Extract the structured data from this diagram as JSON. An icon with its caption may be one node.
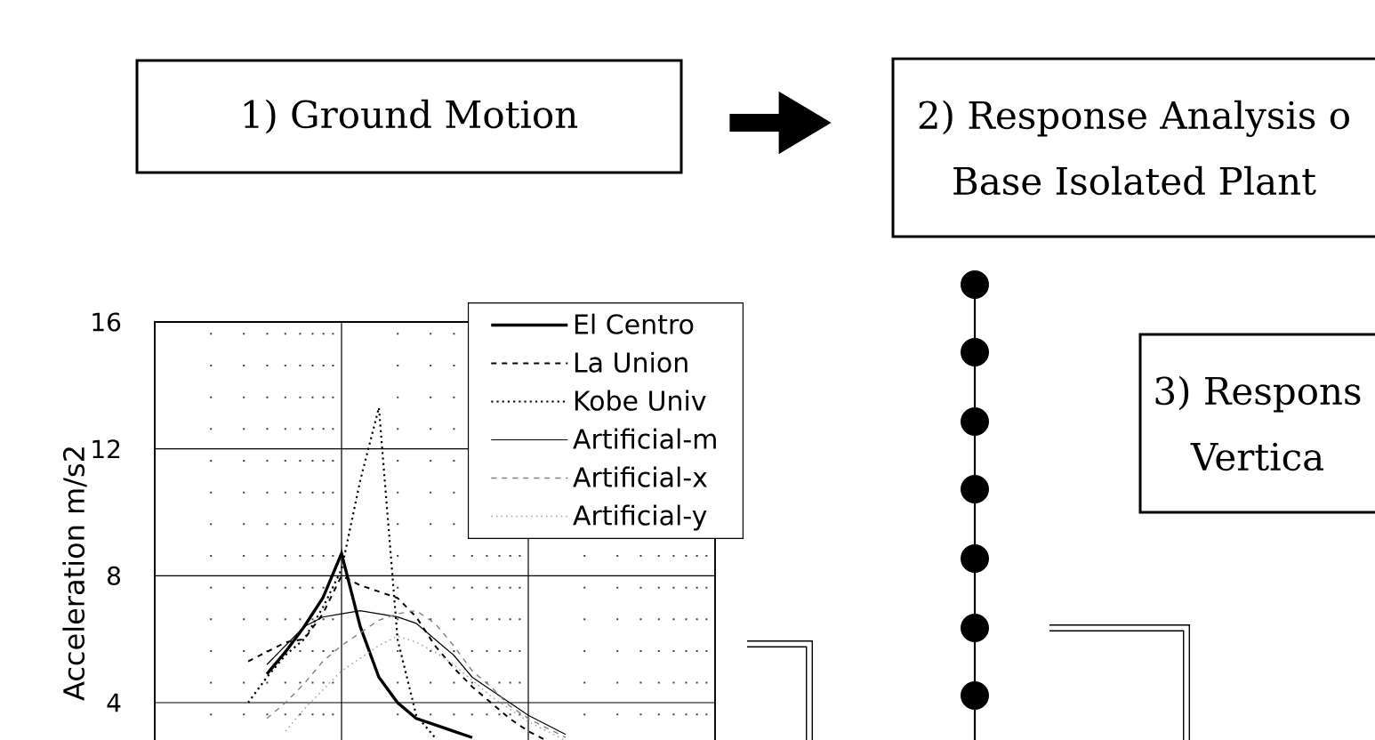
{
  "diagram": {
    "nodes": [
      {
        "text": [
          "1) Ground Motion"
        ]
      },
      {
        "text": [
          "2) Response Analysis o Base Isolated Plant"
        ]
      },
      {
        "text": [
          "3) Respons Vertica"
        ]
      }
    ],
    "edges": [
      {
        "from": 0,
        "to": 1,
        "arrow": "to"
      }
    ],
    "chart_data": {
      "type": "line",
      "ylabel": "Acceleration m/s2",
      "categories": [
        null,
        null,
        null,
        null,
        null,
        null,
        null,
        null,
        null,
        null,
        null,
        null,
        null,
        null,
        null,
        null,
        null,
        null
      ],
      "series": [
        {
          "name": "El Centro",
          "color": "#000000",
          "line_style": "solid",
          "values": [
            null,
            4.9,
            5.6,
            6.4,
            7.3,
            8.7,
            6.4,
            4.8,
            4.0,
            3.5,
            3.3,
            3.1,
            2.9,
            null,
            null,
            null,
            null,
            null
          ]
        },
        {
          "name": "La Union",
          "color": "#000000",
          "line_style": "dashed",
          "values": [
            5.3,
            5.6,
            5.9,
            6.0,
            6.8,
            8.0,
            7.7,
            7.5,
            7.3,
            6.7,
            5.8,
            5.1,
            4.5,
            4.0,
            3.5,
            3.1,
            2.8,
            null
          ]
        },
        {
          "name": "Kobe Univ",
          "color": "#000000",
          "line_style": "dotted",
          "values": [
            4.0,
            4.8,
            5.5,
            6.0,
            7.0,
            8.2,
            11.0,
            13.3,
            6.0,
            3.6,
            2.9,
            null,
            null,
            null,
            null,
            null,
            null,
            null
          ]
        },
        {
          "name": "Artificial-m",
          "color": "#000000",
          "line_style": "solid",
          "values": [
            null,
            5.2,
            5.8,
            6.4,
            6.7,
            6.8,
            6.9,
            6.8,
            6.7,
            6.5,
            6.0,
            5.5,
            4.8,
            4.4,
            4.0,
            3.6,
            3.3,
            3.0
          ]
        },
        {
          "name": "Artificial-x",
          "color": "#7f7f7f",
          "line_style": "dashed",
          "values": [
            null,
            3.5,
            4.0,
            4.6,
            5.3,
            5.8,
            6.2,
            6.6,
            6.8,
            6.9,
            6.5,
            5.8,
            5.0,
            4.5,
            3.9,
            3.5,
            3.2,
            2.9
          ]
        },
        {
          "name": "Artificial-y",
          "color": "#a6a6a6",
          "line_style": "dotted",
          "values": [
            null,
            null,
            3.1,
            3.8,
            4.4,
            5.0,
            5.4,
            5.8,
            6.1,
            5.9,
            5.6,
            5.2,
            4.7,
            4.2,
            3.8,
            3.4,
            3.1,
            2.8
          ]
        }
      ],
      "ylim": [
        2.6,
        16
      ],
      "yticks": [
        4,
        8,
        12,
        16
      ],
      "grid": true,
      "legend": true
    }
  }
}
